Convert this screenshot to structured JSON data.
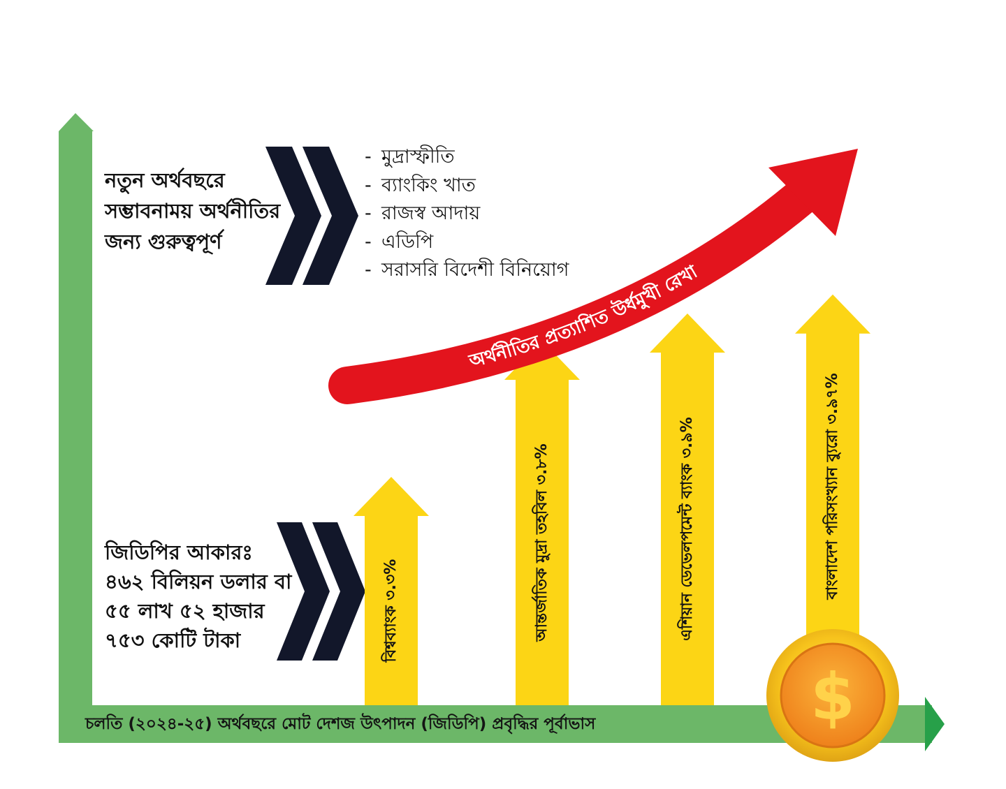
{
  "chart_data": {
    "type": "bar",
    "title": "চলতি (২০২৪-২৫) অর্থবছরে মোট দেশজ উৎপাদন (জিডিপি) প্রবৃদ্ধির পূর্বাভাস",
    "categories": [
      "বিশ্বব্যাংক ৩.৩%",
      "আন্তর্জাতিক মুদ্রা তহবিল ৩.৮%",
      "এশিয়ান ডেভেলপমেন্ট ব্যাংক ৩.৯%",
      "বাংলাদেশ পরিসংখ্যান ব্যুরো ৩.৯৭%"
    ],
    "values": [
      3.3,
      3.8,
      3.9,
      3.97
    ],
    "trend_label": "অর্থনীতির প্রত্যাশিত উর্ধমুখী রেখা"
  },
  "info_top": {
    "lines": [
      "নতুন অর্থবছরে",
      "সম্ভাবনাময় অর্থনীতির",
      "জন্য গুরুত্বপূর্ণ"
    ],
    "dash": "-",
    "items": [
      "মুদ্রাস্ফীতি",
      "ব্যাংকিং খাত",
      "রাজস্ব আদায়",
      "এডিপি",
      "সরাসরি বিদেশী বিনিয়োগ"
    ]
  },
  "info_bottom": {
    "lines": [
      "জিডিপির আকারঃ",
      "৪৬২ বিলিয়ন ডলার বা",
      "৫৫ লাখ ৫২ হাজার",
      "৭৫৩ কোটি টাকা"
    ]
  },
  "coin_symbol": "$",
  "colors": {
    "axis_green": "#6cb768",
    "arrow_head_green": "#27a049",
    "bar_yellow": "#fcd515",
    "trend_red": "#e3141d",
    "chevron_navy": "#12172a",
    "coin_gold": "#f7c31c",
    "coin_orange": "#f08a1c"
  }
}
